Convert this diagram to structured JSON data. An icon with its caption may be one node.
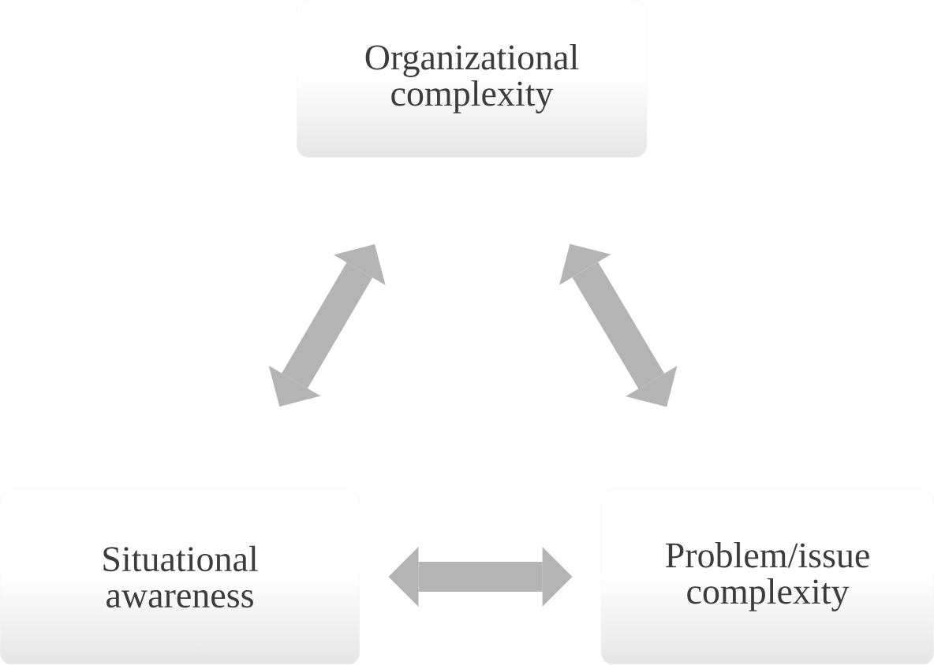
{
  "diagram": {
    "nodes": [
      {
        "text": [
          "Organizational complexity"
        ]
      },
      {
        "text": [
          "Situational awareness"
        ]
      },
      {
        "text": [
          "Problem/issue complexity"
        ]
      }
    ],
    "edges": [
      {
        "from": 0,
        "to": 1,
        "arrow": "both"
      },
      {
        "from": 0,
        "to": 2,
        "arrow": "both"
      },
      {
        "from": 1,
        "to": 2,
        "arrow": "both"
      }
    ]
  }
}
